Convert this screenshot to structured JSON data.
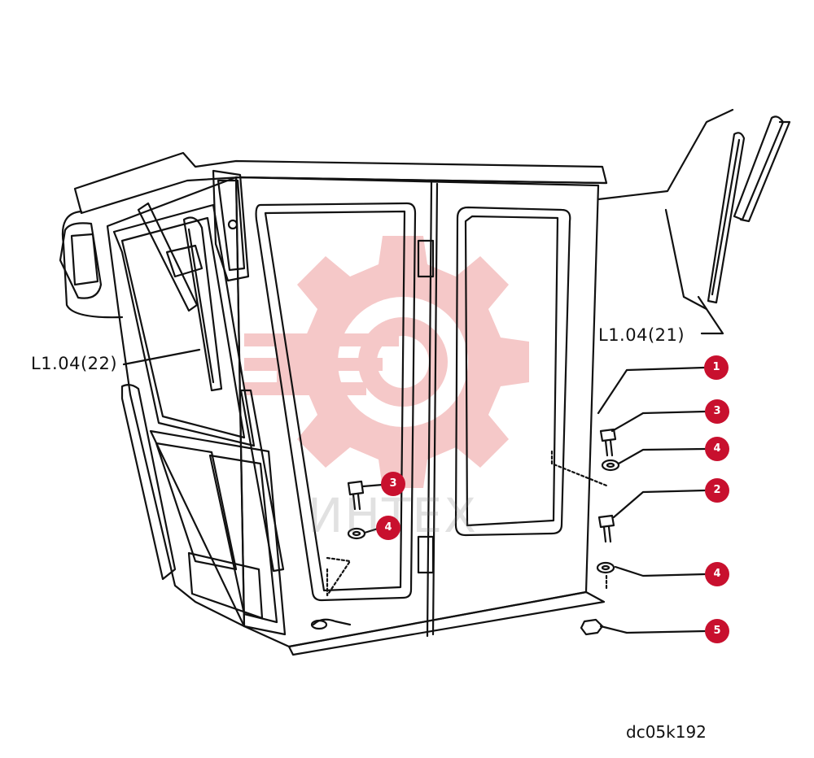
{
  "diagram": {
    "code": "dc05k192",
    "references": {
      "left_wiper": "L1.04(22)",
      "right_wiper": "L1.04(21)"
    },
    "callouts": [
      {
        "id": "c1",
        "number": "1"
      },
      {
        "id": "c3a",
        "number": "3"
      },
      {
        "id": "c4a",
        "number": "4"
      },
      {
        "id": "c2",
        "number": "2"
      },
      {
        "id": "c4b",
        "number": "4"
      },
      {
        "id": "c5",
        "number": "5"
      },
      {
        "id": "c3b",
        "number": "3"
      },
      {
        "id": "c4c",
        "number": "4"
      }
    ],
    "watermark": {
      "text": "ИНТЕХ",
      "color": "#f2b6b6"
    },
    "colors": {
      "badge": "#c8102e",
      "line": "#111111"
    }
  }
}
